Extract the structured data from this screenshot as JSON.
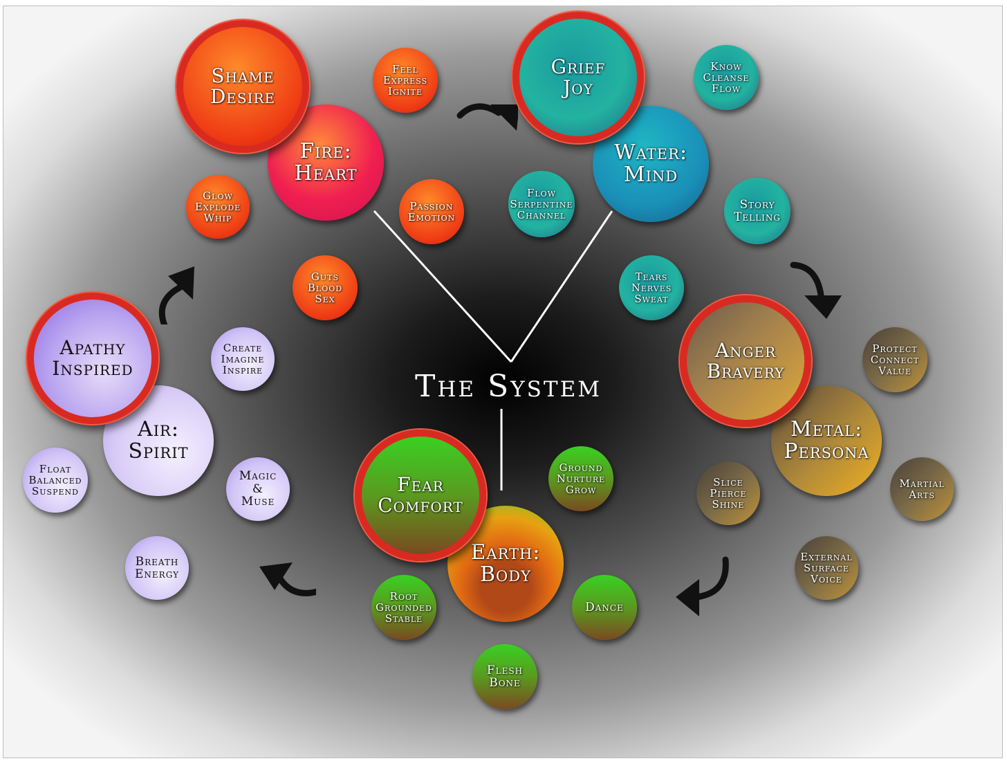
{
  "title": "The System",
  "elements": {
    "fire": {
      "label": "Fire:\nHeart",
      "emotion": "Shame\nDesire",
      "traits": [
        "Feel\nExpress\nIgnite",
        "Glow\nExplode\nWhip",
        "Passion\nEmotion",
        "Guts\nBlood\nSex"
      ]
    },
    "water": {
      "label": "Water:\nMind",
      "emotion": "Grief\nJoy",
      "traits": [
        "Know\nCleanse\nFlow",
        "Flow\nSerpentine\nChannel",
        "Story\nTelling",
        "Tears\nNerves\nSweat"
      ]
    },
    "metal": {
      "label": "Metal:\nPersona",
      "emotion": "Anger\nBravery",
      "traits": [
        "Protect\nConnect\nValue",
        "Martial\nArts",
        "Slice\nPierce\nShine",
        "External\nSurface\nVoice"
      ]
    },
    "earth": {
      "label": "Earth:\nBody",
      "emotion": "Fear\nComfort",
      "traits": [
        "Ground\nNurture\nGrow",
        "Root\nGrounded\nStable",
        "Dance",
        "Flesh\nBone"
      ]
    },
    "air": {
      "label": "Air:\nSpirit",
      "emotion": "Apathy\nInspired",
      "traits": [
        "Create\nImagine\nInspire",
        "Magic\n&\nMuse",
        "Float\nBalanced\nSuspend",
        "Breath\nEnergy"
      ]
    }
  },
  "colors": {
    "ring": "#d92a22",
    "arrow": "#111111",
    "title": "#ffffff"
  }
}
